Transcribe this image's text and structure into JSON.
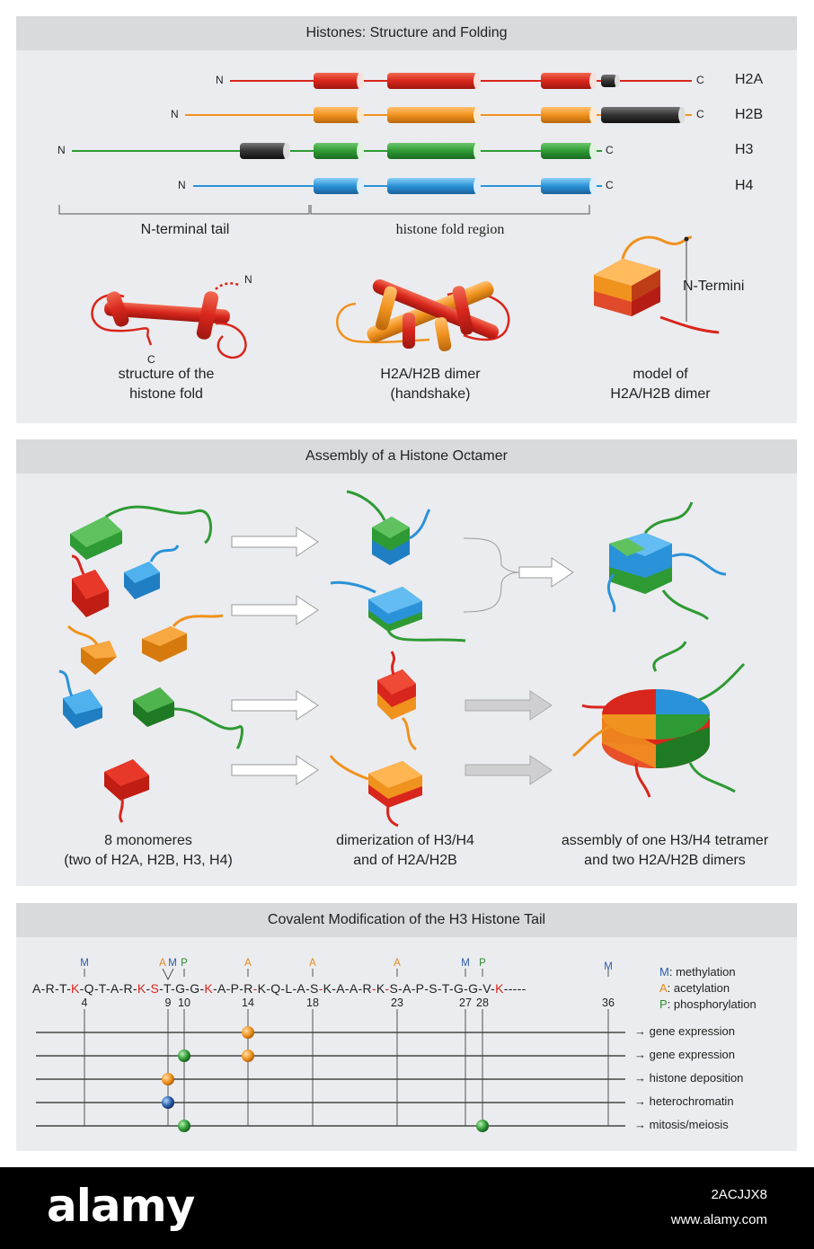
{
  "panel1": {
    "title": "Histones: Structure and Folding",
    "rows": [
      {
        "n": "N",
        "c": "C",
        "name": "H2A"
      },
      {
        "n": "N",
        "c": "C",
        "name": "H2B"
      },
      {
        "n": "N",
        "c": "C",
        "name": "H3"
      },
      {
        "n": "N",
        "c": "C",
        "name": "H4"
      }
    ],
    "bracket_left": "N-terminal tail",
    "bracket_right": "histone fold region",
    "fold_n": "N",
    "fold_c": "C",
    "caption1_line1": "structure of the",
    "caption1_line2": "histone fold",
    "caption2_line1": "H2A/H2B dimer",
    "caption2_line2": "(handshake)",
    "caption3_line1": "model of",
    "caption3_line2": "H2A/H2B dimer",
    "termini_label": "N-Termini"
  },
  "panel2": {
    "title": "Assembly of a Histone Octamer",
    "caption1_line1": "8 monomeres",
    "caption1_line2": "(two of H2A, H2B, H3, H4)",
    "caption2_line1": "dimerization of H3/H4",
    "caption2_line2": "and of H2A/H2B",
    "caption3_line1": "assembly of one H3/H4 tetramer",
    "caption3_line2": "and two H2A/H2B dimers"
  },
  "panel3": {
    "title": "Covalent Modification of the H3 Histone Tail",
    "sequence": [
      "A",
      "-R",
      "-T",
      "-",
      "K",
      "-Q",
      "-T",
      "-A",
      "-R",
      "-",
      "K",
      "-",
      "S",
      "-T",
      "-G",
      "-G",
      "-",
      "K",
      "-A",
      "-P",
      "-R",
      "-",
      "K",
      "-Q",
      "-L",
      "-A",
      "-S",
      "-",
      "K",
      "-A",
      "-A",
      "-R",
      "-",
      "K",
      "-",
      "S",
      "-A",
      "-P",
      "-S",
      "-T",
      "-G",
      "-G",
      "-V",
      "-",
      "K",
      "-----"
    ],
    "positions": [
      "4",
      "9",
      "10",
      "14",
      "18",
      "23",
      "27",
      "28",
      "36"
    ],
    "markers": [
      {
        "label": "M",
        "color": "#2a5caa"
      },
      {
        "label": "A",
        "color": "#e5891b"
      },
      {
        "label": "M",
        "color": "#2a5caa"
      },
      {
        "label": "P",
        "color": "#2e8b2e"
      },
      {
        "label": "A",
        "color": "#e5891b"
      },
      {
        "label": "A",
        "color": "#e5891b"
      },
      {
        "label": "A",
        "color": "#e5891b"
      },
      {
        "label": "M",
        "color": "#2a5caa"
      },
      {
        "label": "P",
        "color": "#2e8b2e"
      },
      {
        "label": "M",
        "color": "#2a5caa"
      }
    ],
    "legend": [
      {
        "key": "M",
        "text": ": methylation",
        "color": "#2a5caa"
      },
      {
        "key": "A",
        "text": ": acetylation",
        "color": "#e5891b"
      },
      {
        "key": "P",
        "text": ": phosphorylation",
        "color": "#2e8b2e"
      }
    ],
    "outcomes": [
      "→ gene expression",
      "→ gene expression",
      "→ histone deposition",
      "→ heterochromatin",
      "→ mitosis/meiosis"
    ]
  },
  "footer": {
    "brand": "alamy",
    "image_id": "2ACJJX8",
    "url": "www.alamy.com"
  },
  "colors": {
    "h2a": "#d8261c",
    "h2b": "#f0921e",
    "h3": "#2e9a34",
    "h4": "#2a92d8",
    "acetyl": "#e5891b",
    "methyl": "#2a5caa",
    "phospho": "#2e8b2e"
  }
}
